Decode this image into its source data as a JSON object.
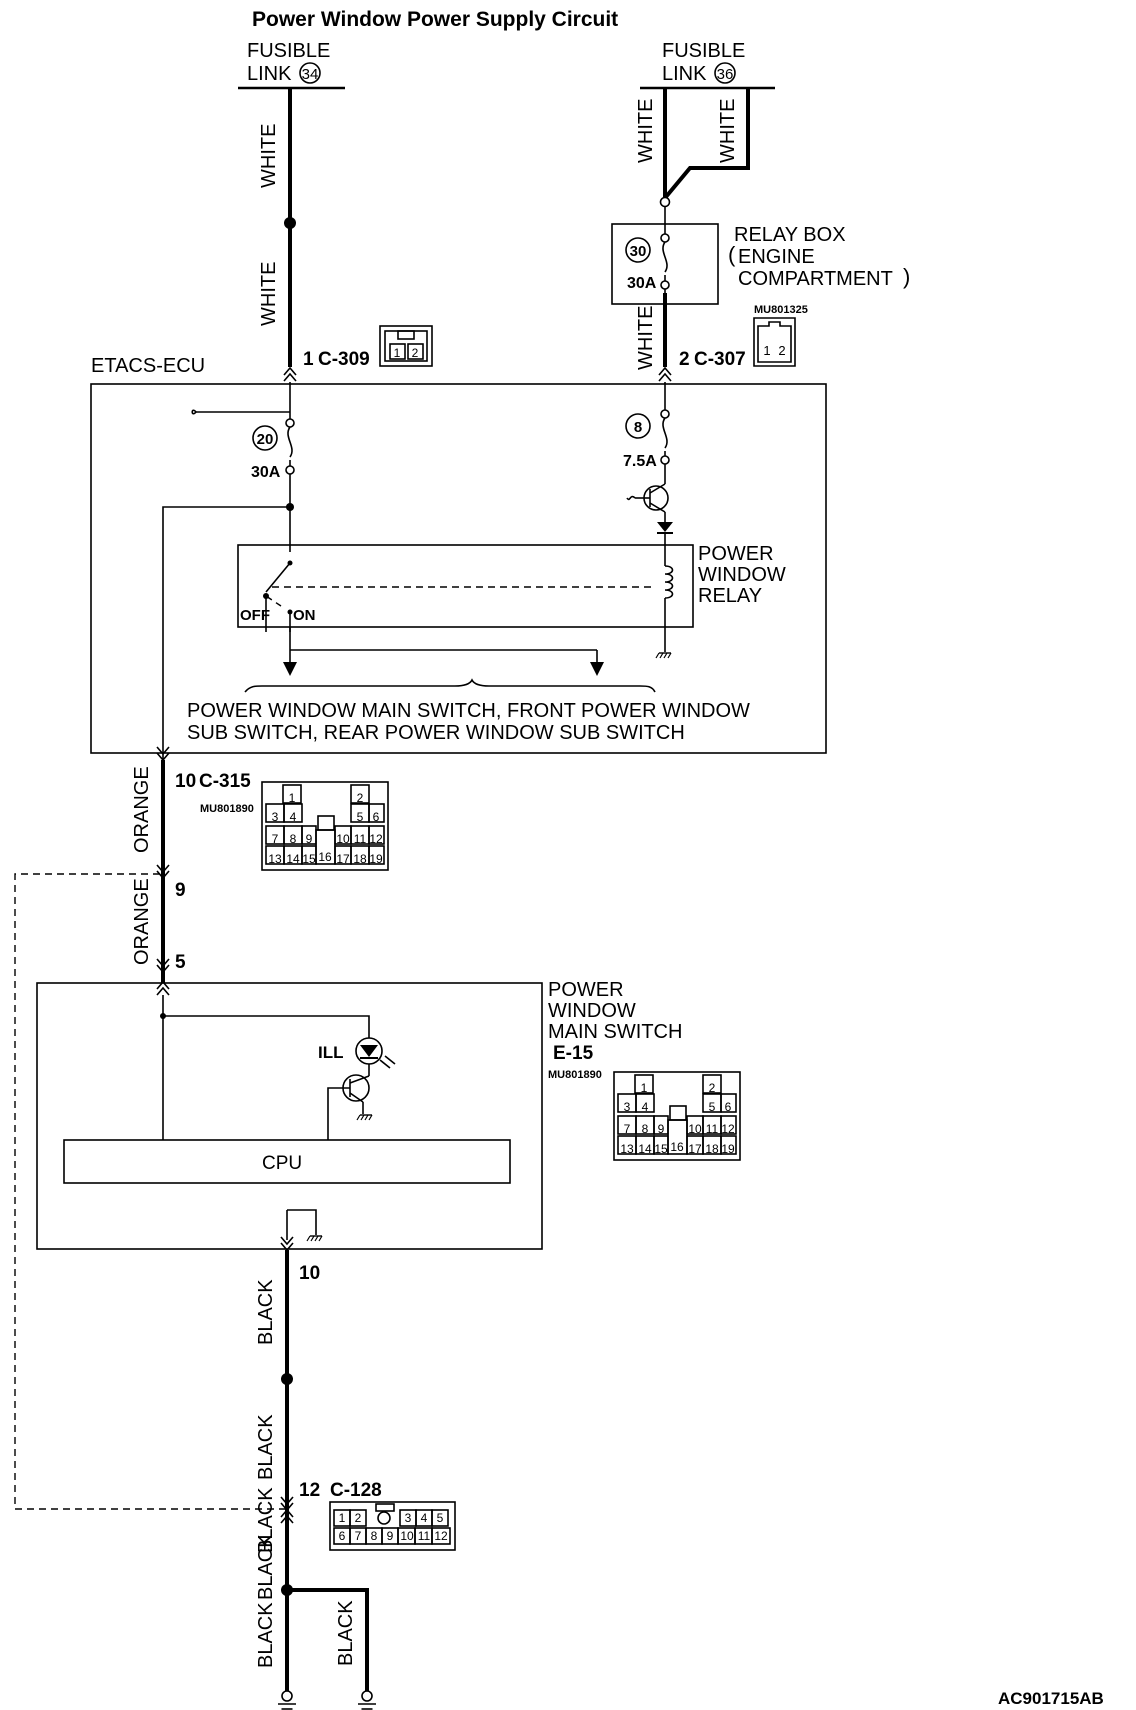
{
  "title": "Power Window Power Supply Circuit",
  "fusible_links": [
    {
      "label_top": "FUSIBLE",
      "label_bottom": "LINK",
      "number": "34"
    },
    {
      "label_top": "FUSIBLE",
      "label_bottom": "LINK",
      "number": "36"
    }
  ],
  "wire_colors": {
    "white": "WHITE",
    "orange": "ORANGE",
    "black": "BLACK"
  },
  "relay_box": {
    "line1": "RELAY BOX",
    "line2": "ENGINE",
    "line3": "COMPARTMENT",
    "fuse_number": "30",
    "fuse_rating": "30A"
  },
  "connectors": {
    "c309": {
      "pin": "1",
      "name": "C-309"
    },
    "c307": {
      "pin": "2",
      "name": "C-307",
      "part": "MU801325"
    },
    "c315": {
      "pin": "10",
      "name": "C-315",
      "part": "MU801890"
    },
    "pin9": "9",
    "pin5": "5",
    "pin10": "10",
    "c128": {
      "pin": "12",
      "name": "C-128"
    }
  },
  "etacs": {
    "label": "ETACS-ECU",
    "fuse20": {
      "number": "20",
      "rating": "30A"
    },
    "fuse8": {
      "number": "8",
      "rating": "7.5A"
    },
    "relay": {
      "line1": "POWER",
      "line2": "WINDOW",
      "line3": "RELAY",
      "off": "OFF",
      "on": "ON"
    },
    "output_line1": "POWER WINDOW MAIN SWITCH, FRONT POWER WINDOW",
    "output_line2": "SUB SWITCH, REAR POWER WINDOW SUB SWITCH"
  },
  "main_switch": {
    "line1": "POWER",
    "line2": "WINDOW",
    "line3": "MAIN SWITCH",
    "id": "E-15",
    "part": "MU801890",
    "ill": "ILL",
    "cpu": "CPU"
  },
  "pin_labels": {
    "c309": [
      "1",
      "2"
    ],
    "c307": [
      "1",
      "2"
    ],
    "big20": [
      "1",
      "2",
      "3",
      "4",
      "5",
      "6",
      "7",
      "8",
      "9",
      "10",
      "11",
      "12",
      "13",
      "14",
      "15",
      "16",
      "17",
      "18",
      "19"
    ],
    "c128": [
      "1",
      "2",
      "3",
      "4",
      "5",
      "6",
      "7",
      "8",
      "9",
      "10",
      "11",
      "12"
    ]
  },
  "footer_code": "AC901715AB"
}
